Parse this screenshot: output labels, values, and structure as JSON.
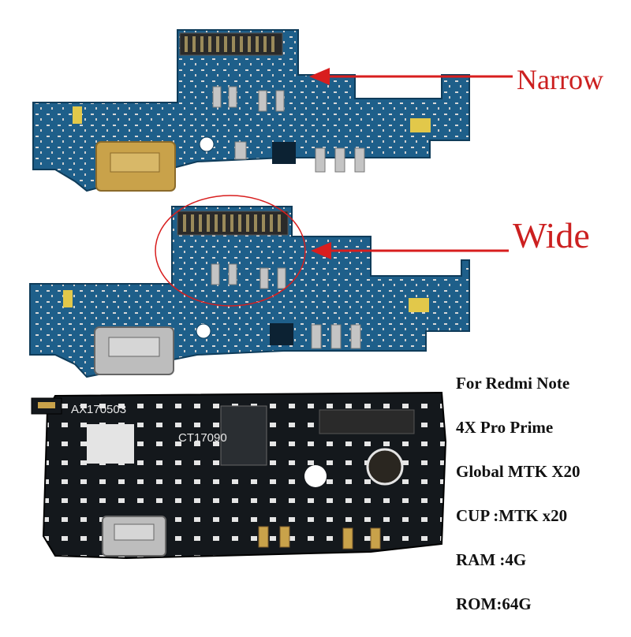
{
  "labels": {
    "narrow": "Narrow",
    "wide": "Wide"
  },
  "pcb_markings": {
    "top_left": "AX170503",
    "center": "CT17090"
  },
  "specs": [
    "For Redmi Note",
    "4X Pro Prime",
    "Global  MTK X20",
    "CUP :MTK x20",
    "RAM :4G",
    "ROM:64G"
  ],
  "colors": {
    "blue_pcb": "#1e5f8a",
    "black_pcb": "#14181c",
    "arrow": "#d81e1e",
    "gold": "#c9a24a"
  }
}
